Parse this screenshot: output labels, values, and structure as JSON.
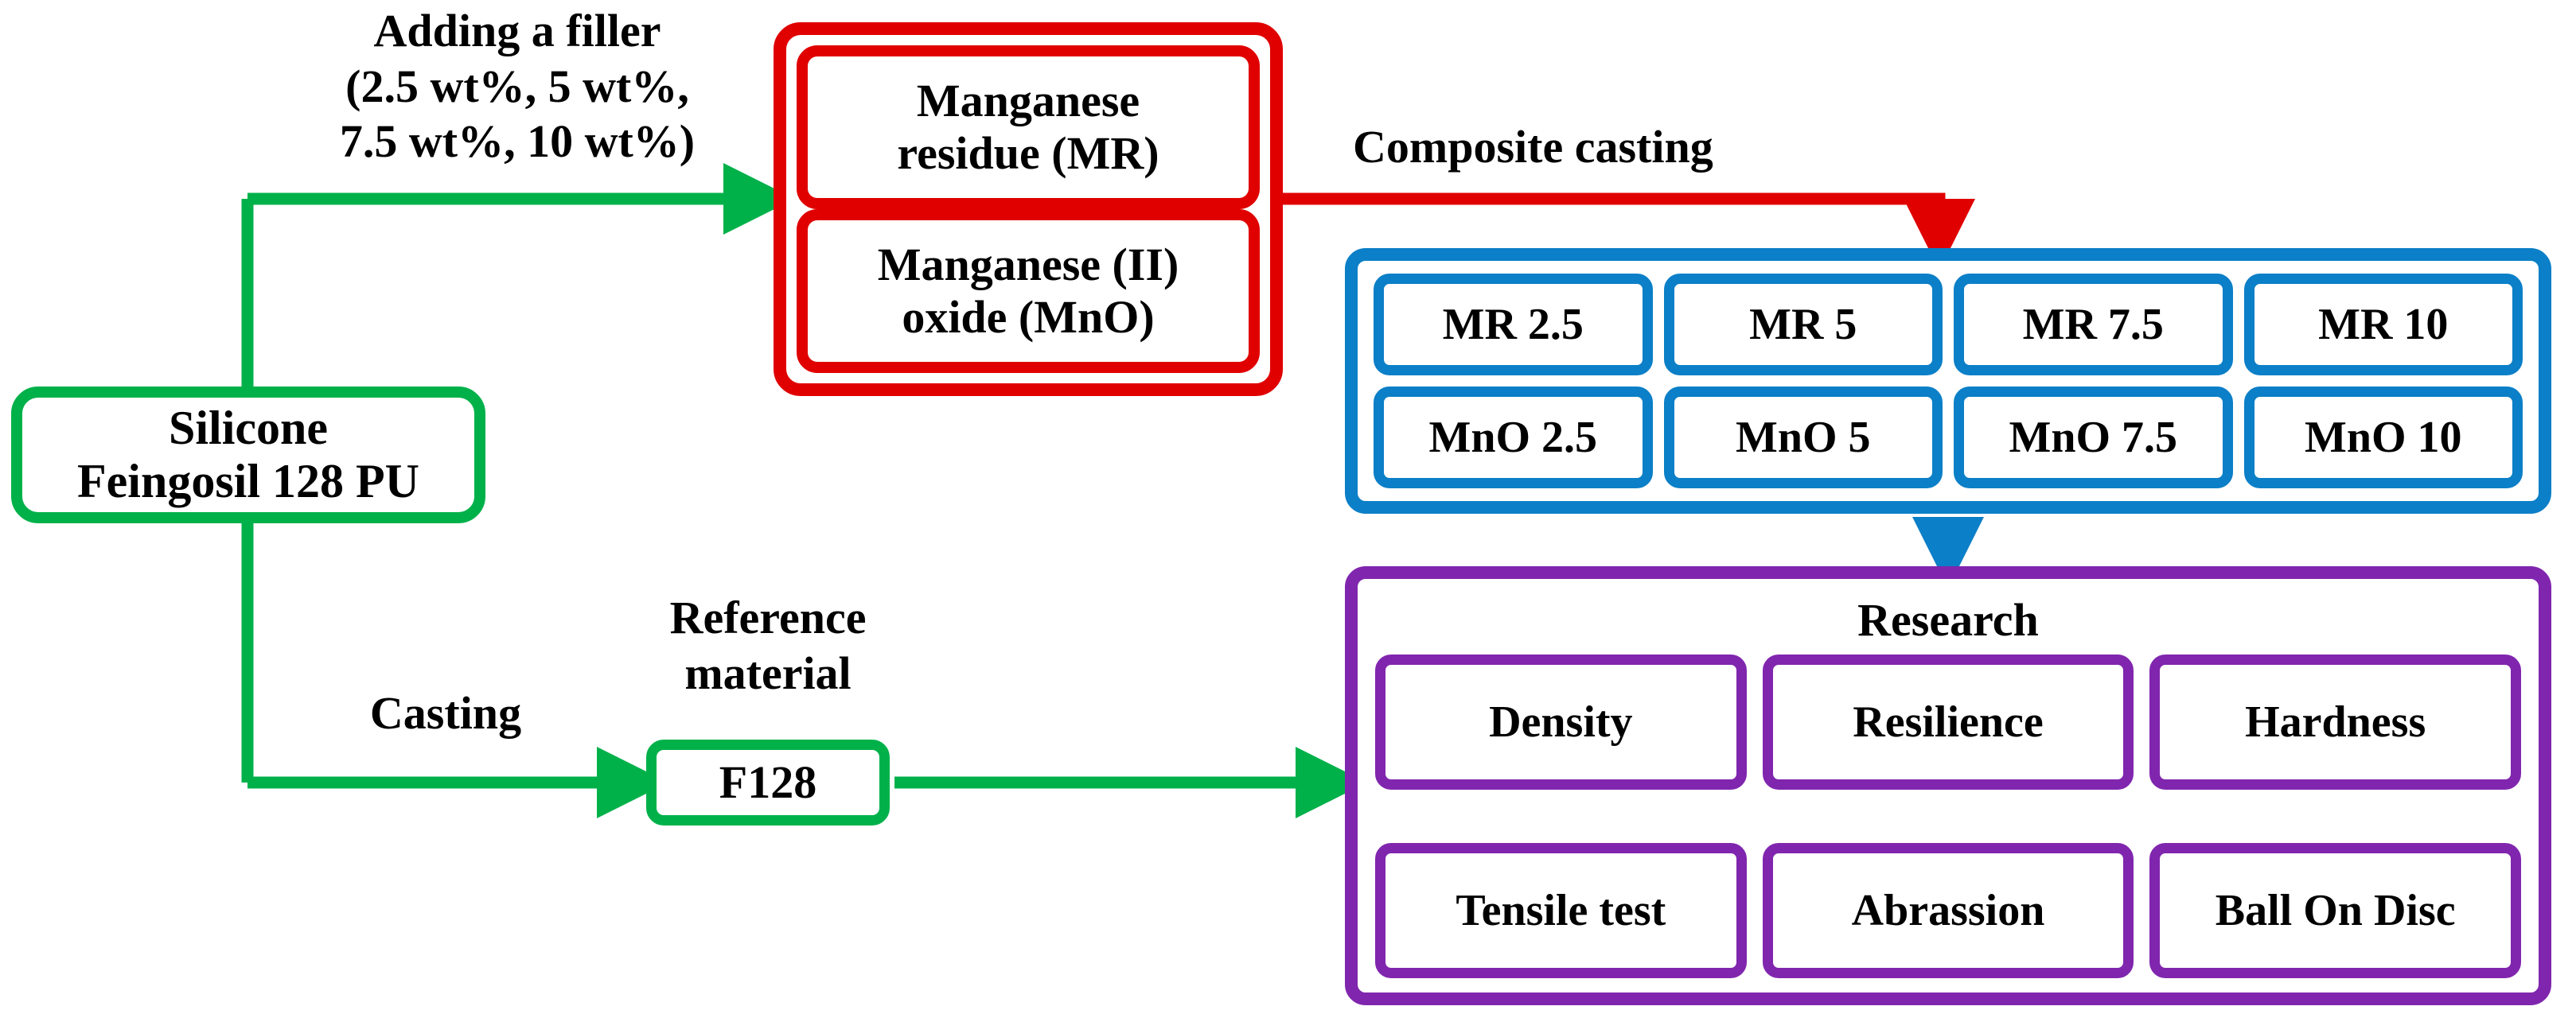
{
  "diagram": {
    "title": "Silicone composite preparation and testing flowchart",
    "colors": {
      "green": "#00B14A",
      "red": "#E00000",
      "blue": "#0B7FC7",
      "purple": "#8026AE",
      "text": "#000000",
      "background": "#FFFFFF"
    },
    "labels": {
      "adding_filler": "Adding a filler\n(2.5 wt%, 5 wt%,\n7.5 wt%, 10 wt%)",
      "composite_casting": "Composite  casting",
      "casting": "Casting",
      "reference_material": "Reference\nmaterial"
    },
    "nodes": {
      "base_material": "Silicone\nFeingosil 128 PU",
      "reference_sample": "F128",
      "research_title": "Research"
    },
    "fillers": [
      "Manganese\nresidue (MR)",
      "Manganese (II)\noxide (MnO)"
    ],
    "composites": {
      "row_mr": [
        "MR 2.5",
        "MR 5",
        "MR 7.5",
        "MR 10"
      ],
      "row_mno": [
        "MnO 2.5",
        "MnO 5",
        "MnO 7.5",
        "MnO 10"
      ]
    },
    "research_tests": {
      "row_1": [
        "Density",
        "Resilience",
        "Hardness"
      ],
      "row_2": [
        "Tensile test",
        "Abrassion",
        "Ball On Disc"
      ]
    },
    "edges": [
      {
        "from": "Silicone Feingosil 128 PU",
        "to": "Manganese residue (MR) / Manganese (II) oxide (MnO)",
        "label": "Adding a filler (2.5 wt%, 5 wt%, 7.5 wt%, 10 wt%)",
        "color": "#00B14A"
      },
      {
        "from": "Fillers",
        "to": "Composites",
        "label": "Composite  casting",
        "color": "#E00000"
      },
      {
        "from": "Composites",
        "to": "Research",
        "label": "",
        "color": "#0B7FC7"
      },
      {
        "from": "Silicone Feingosil 128 PU",
        "to": "F128",
        "label": "Casting",
        "color": "#00B14A"
      },
      {
        "from": "F128",
        "to": "Research",
        "label": "",
        "color": "#00B14A"
      }
    ]
  }
}
